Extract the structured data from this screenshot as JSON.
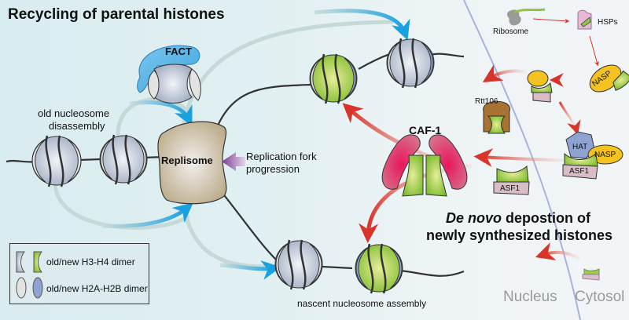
{
  "sections": {
    "recycling_title": "Recycling of parental histones",
    "denovo_title_italic": "De novo",
    "denovo_title_rest": " depostion of",
    "denovo_title_line2": "newly synthesized histones"
  },
  "labels": {
    "fact": "FACT",
    "old_disassembly_line1": "old nucleosome",
    "old_disassembly_line2": "disassembly",
    "replisome": "Replisome",
    "fork_line1": "Replication fork",
    "fork_line2": "progression",
    "caf1": "CAF-1",
    "rtt106": "Rtt106",
    "nascent_assembly": "nascent nucleosome assembly",
    "ribosome": "Ribosome",
    "hsps": "HSPs",
    "nasp_top": "NASP",
    "hat": "HAT",
    "nasp_complex": "NASP",
    "asf1_complex": "ASF1",
    "asf1_free": "ASF1",
    "nucleus": "Nucleus",
    "cytosol": "Cytosol"
  },
  "legend": {
    "h3h4": "old/new H3-H4 dimer",
    "h2ah2b": "old/new H2A-H2B dimer"
  },
  "colors": {
    "old_h3h4": "#b4bfcf",
    "new_h3h4": "#8dc63f",
    "old_h2ah2b": "#e3e3e3",
    "new_h2ah2b": "#8ea3d2",
    "fact": "#5ab4e5",
    "replisome": "#c9b99a",
    "caf1": "#e2436f",
    "rtt106": "#a87232",
    "nasp": "#f4c321",
    "hat": "#8ea3d2",
    "asf1": "#d8bcc6",
    "hsps": "#e8b9d6",
    "recycle_arrow": "#1aa3e0",
    "denovo_arrow": "#d9342b",
    "fork_arrow": "#7b3a94",
    "membrane": "#a9b2dc"
  }
}
